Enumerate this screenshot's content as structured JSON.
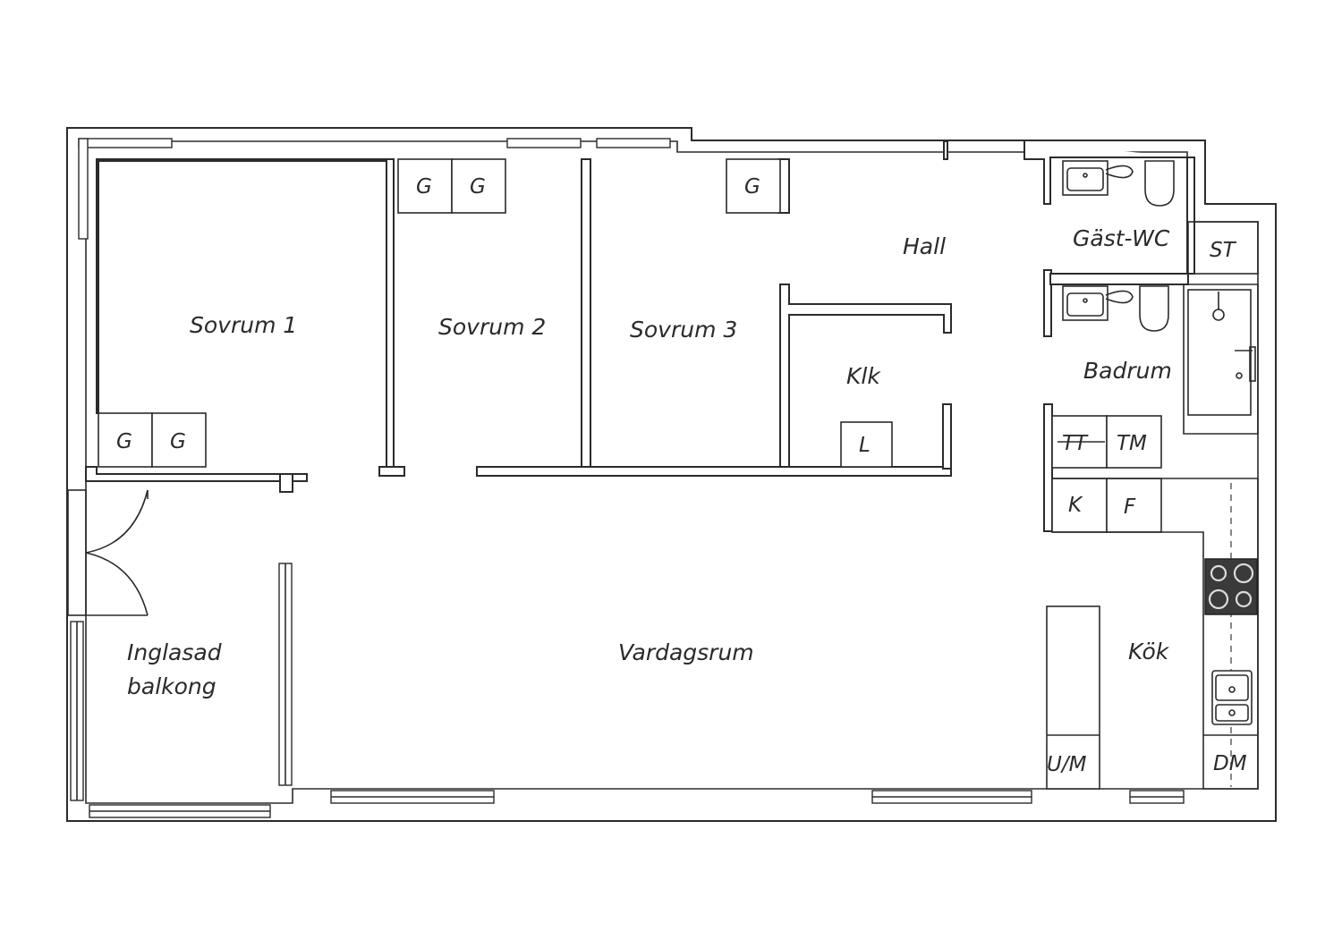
{
  "rooms": {
    "sovrum1": "Sovrum 1",
    "sovrum2": "Sovrum 2",
    "sovrum3": "Sovrum 3",
    "hall": "Hall",
    "gast_wc": "Gäst-WC",
    "badrum": "Badrum",
    "klk": "Klk",
    "vardagsrum": "Vardagsrum",
    "kok": "Kök",
    "balkong_line1": "Inglasad",
    "balkong_line2": "balkong"
  },
  "labels": {
    "g": "G",
    "l": "L",
    "st": "ST",
    "tt": "TT",
    "tm": "TM",
    "k": "K",
    "f": "F",
    "um": "U/M",
    "dm": "DM"
  },
  "colors": {
    "line": "#2b2b2b",
    "background": "#ffffff",
    "hob": "#3a3a3a"
  }
}
